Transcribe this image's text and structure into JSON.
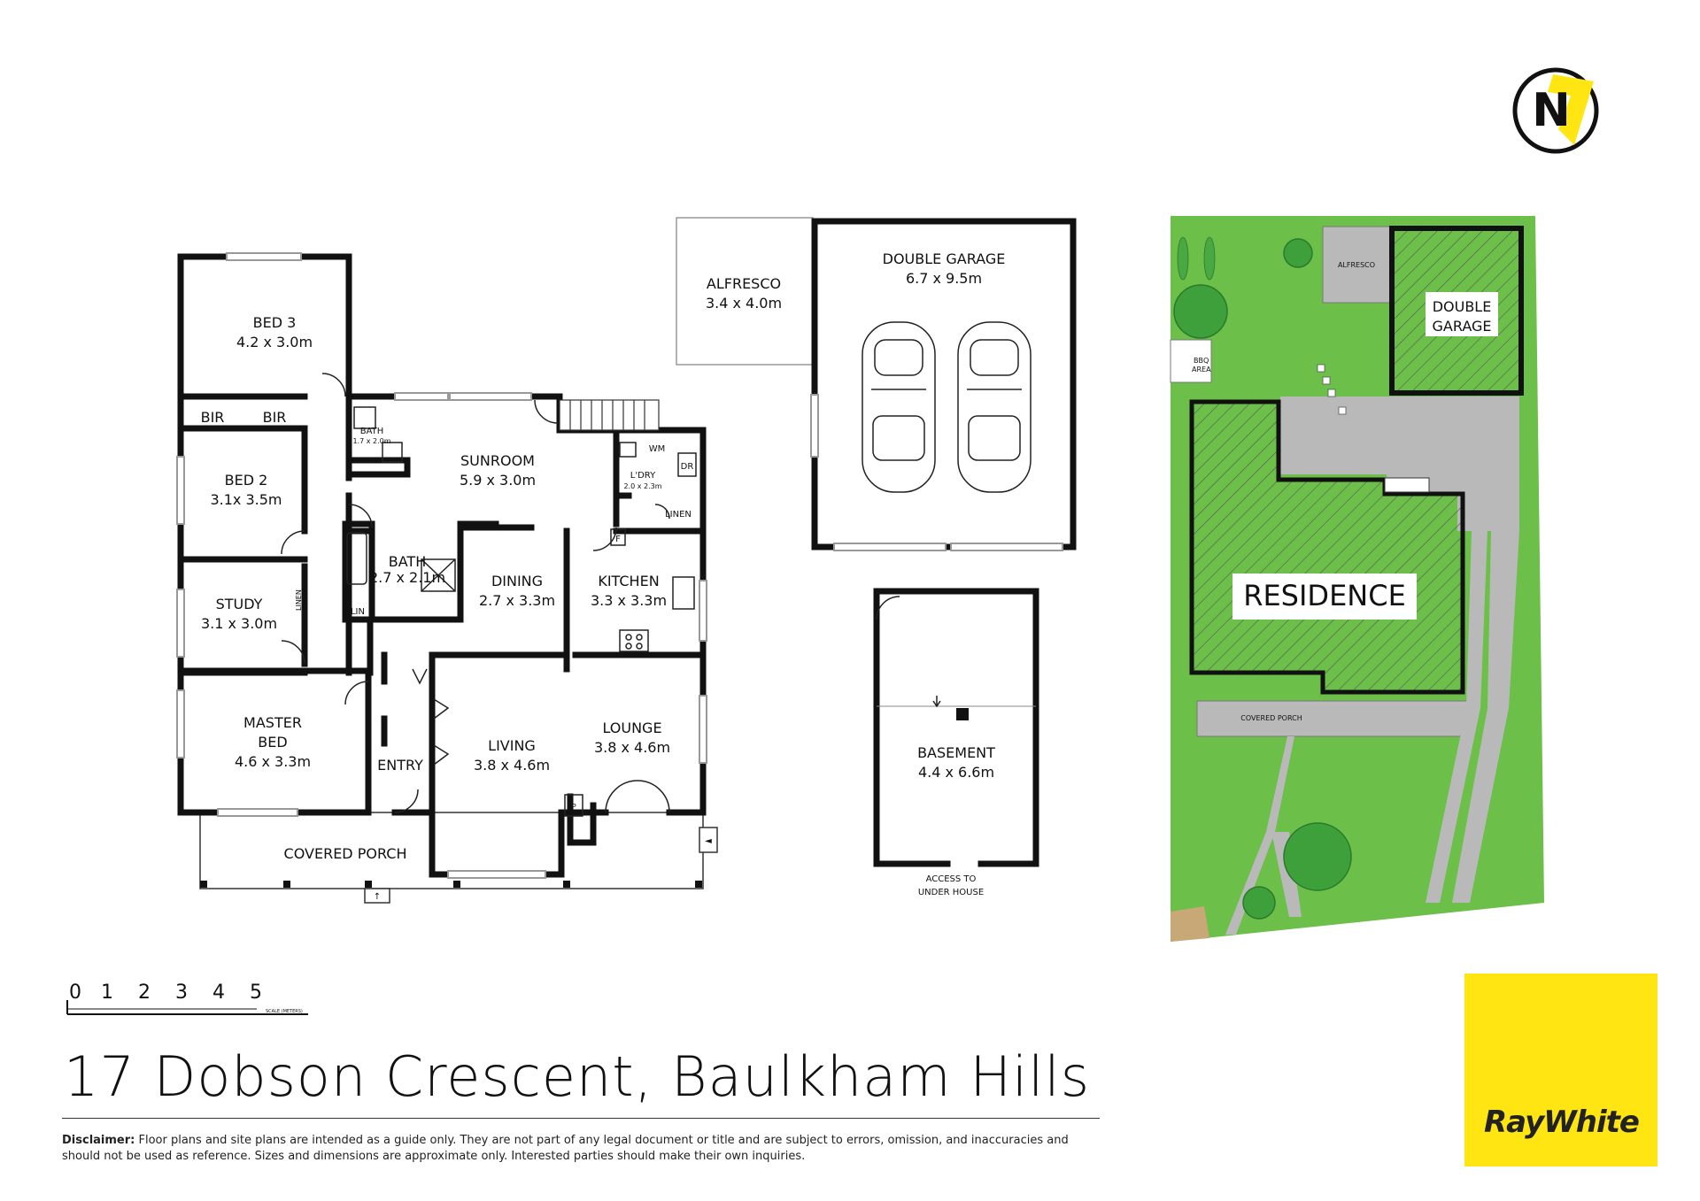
{
  "address": "17 Dobson Crescent, Baulkham Hills",
  "disclaimer": {
    "label": "Disclaimer:",
    "text": "Floor plans and site plans are intended as a guide only. They are not part of any legal document or title and are subject to errors, omission, and inaccuracies and should not be used as reference. Sizes and dimensions are approximate only. Interested parties should make their own inquiries."
  },
  "brand": {
    "name": "RayWhite",
    "color": "#ffe512",
    "n7_badge": "N7"
  },
  "scale": {
    "ticks": [
      "0",
      "1",
      "2",
      "3",
      "4",
      "5"
    ],
    "caption": "SCALE (METERS)"
  },
  "rooms": {
    "bed3": {
      "name": "BED 3",
      "size": "4.2 x 3.0m"
    },
    "bir1": {
      "name": "BIR"
    },
    "bir2": {
      "name": "BIR"
    },
    "bed2": {
      "name": "BED 2",
      "size": "3.1x 3.5m"
    },
    "study": {
      "name": "STUDY",
      "size": "3.1 x 3.0m"
    },
    "linen_study": {
      "name": "LINEN"
    },
    "master": {
      "name1": "MASTER",
      "name2": "BED",
      "size": "4.6 x 3.3m"
    },
    "entry": {
      "name": "ENTRY"
    },
    "bath_small": {
      "name": "BATH",
      "size": "1.7 x 2.0m"
    },
    "bath": {
      "name": "BATH",
      "size": "2.7 x 2.1m"
    },
    "lin": {
      "name": "LIN"
    },
    "sunroom": {
      "name": "SUNROOM",
      "size": "5.9 x 3.0m"
    },
    "laundry": {
      "name": "L'DRY",
      "size": "2.0 x 2.3m",
      "wm": "WM",
      "dr": "DR",
      "linen": "LINEN"
    },
    "dining": {
      "name": "DINING",
      "size": "2.7 x 3.3m"
    },
    "kitchen": {
      "name": "KITCHEN",
      "size": "3.3 x 3.3m",
      "fridge": "F"
    },
    "living": {
      "name": "LIVING",
      "size": "3.8 x 4.6m",
      "fp": "FP"
    },
    "lounge": {
      "name": "LOUNGE",
      "size": "3.8 x 4.6m"
    },
    "porch": {
      "name": "COVERED PORCH"
    },
    "alfresco": {
      "name": "ALFRESCO",
      "size": "3.4 x 4.0m"
    },
    "garage": {
      "name": "DOUBLE GARAGE",
      "size": "6.7 x 9.5m"
    },
    "basement": {
      "name": "BASEMENT",
      "size": "4.4 x 6.6m",
      "access1": "ACCESS TO",
      "access2": "UNDER HOUSE"
    }
  },
  "site": {
    "alfresco": "ALFRESCO",
    "garage1": "DOUBLE",
    "garage2": "GARAGE",
    "bbq1": "BBQ",
    "bbq2": "AREA",
    "residence": "RESIDENCE",
    "porch": "COVERED PORCH",
    "colors": {
      "lawn": "#6cc04a",
      "paving": "#b9b9b9",
      "building": "#ffffff"
    }
  }
}
